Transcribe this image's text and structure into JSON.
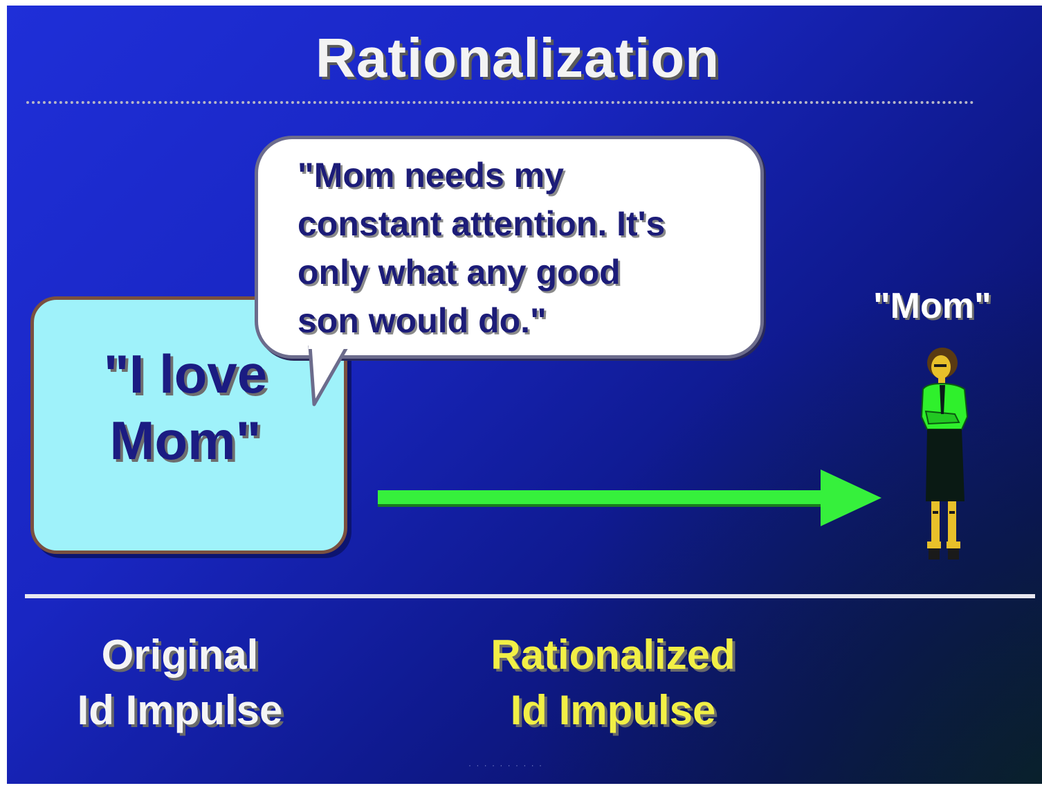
{
  "slide": {
    "title": "Rationalization",
    "original_statement": "\"I love\nMom\"",
    "speech_bubble": "\"Mom needs my\nconstant attention. It's\nonly what any good\nson would do.\"",
    "target_label": "\"Mom\"",
    "caption_original": "Original\nId Impulse",
    "caption_rationalized": "Rationalized\nId Impulse"
  },
  "colors": {
    "background": "#1926c2",
    "box_fill": "#9ff2fa",
    "arrow": "#36f03c",
    "caption_highlight": "#f1ef46"
  },
  "icons": {
    "figure": "woman-figure-icon",
    "arrow": "right-arrow-icon"
  }
}
